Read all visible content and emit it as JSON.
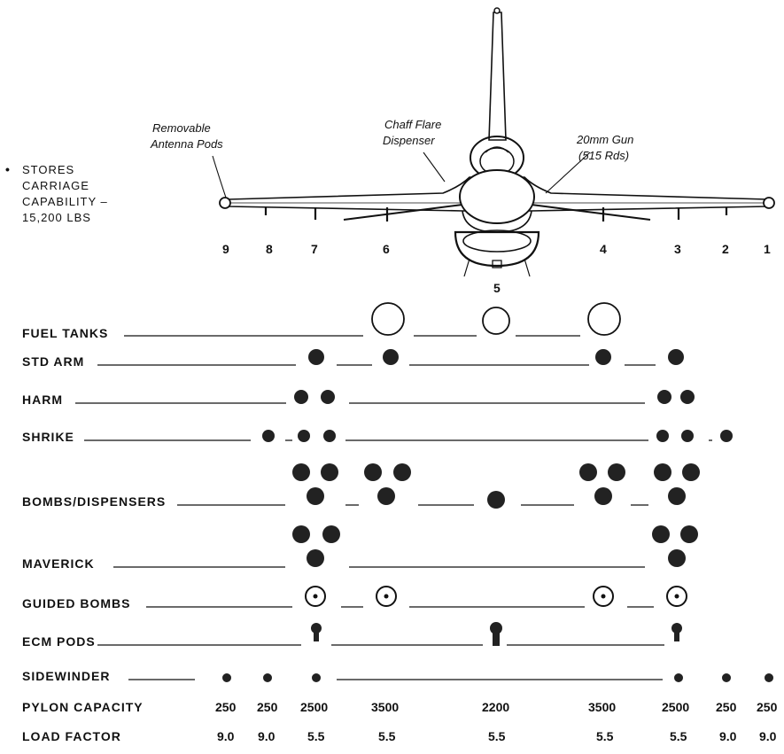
{
  "capability": {
    "bullet": "•",
    "lines": [
      "STORES",
      "CARRIAGE",
      "CAPABILITY –",
      "15,200 LBS"
    ]
  },
  "callouts": {
    "antenna": [
      "Removable",
      "Antenna Pods"
    ],
    "chaff": [
      "Chaff Flare",
      "Dispenser"
    ],
    "gun": [
      "20mm Gun",
      "(515 Rds)"
    ]
  },
  "stations": [
    "9",
    "8",
    "7",
    "6",
    "5",
    "4",
    "3",
    "2",
    "1"
  ],
  "rows": [
    {
      "label": "FUEL TANKS"
    },
    {
      "label": "STD ARM"
    },
    {
      "label": "HARM"
    },
    {
      "label": "SHRIKE"
    },
    {
      "label": "BOMBS/DISPENSERS"
    },
    {
      "label": "MAVERICK"
    },
    {
      "label": "GUIDED BOMBS"
    },
    {
      "label": "ECM PODS"
    },
    {
      "label": "SIDEWINDER"
    }
  ],
  "pylon": {
    "label": "PYLON CAPACITY",
    "values": [
      "250",
      "250",
      "2500",
      "3500",
      "2200",
      "3500",
      "2500",
      "250",
      "250"
    ]
  },
  "load": {
    "label": "LOAD FACTOR",
    "values": [
      "9.0",
      "9.0",
      "5.5",
      "5.5",
      "5.5",
      "5.5",
      "5.5",
      "9.0",
      "9.0"
    ]
  }
}
